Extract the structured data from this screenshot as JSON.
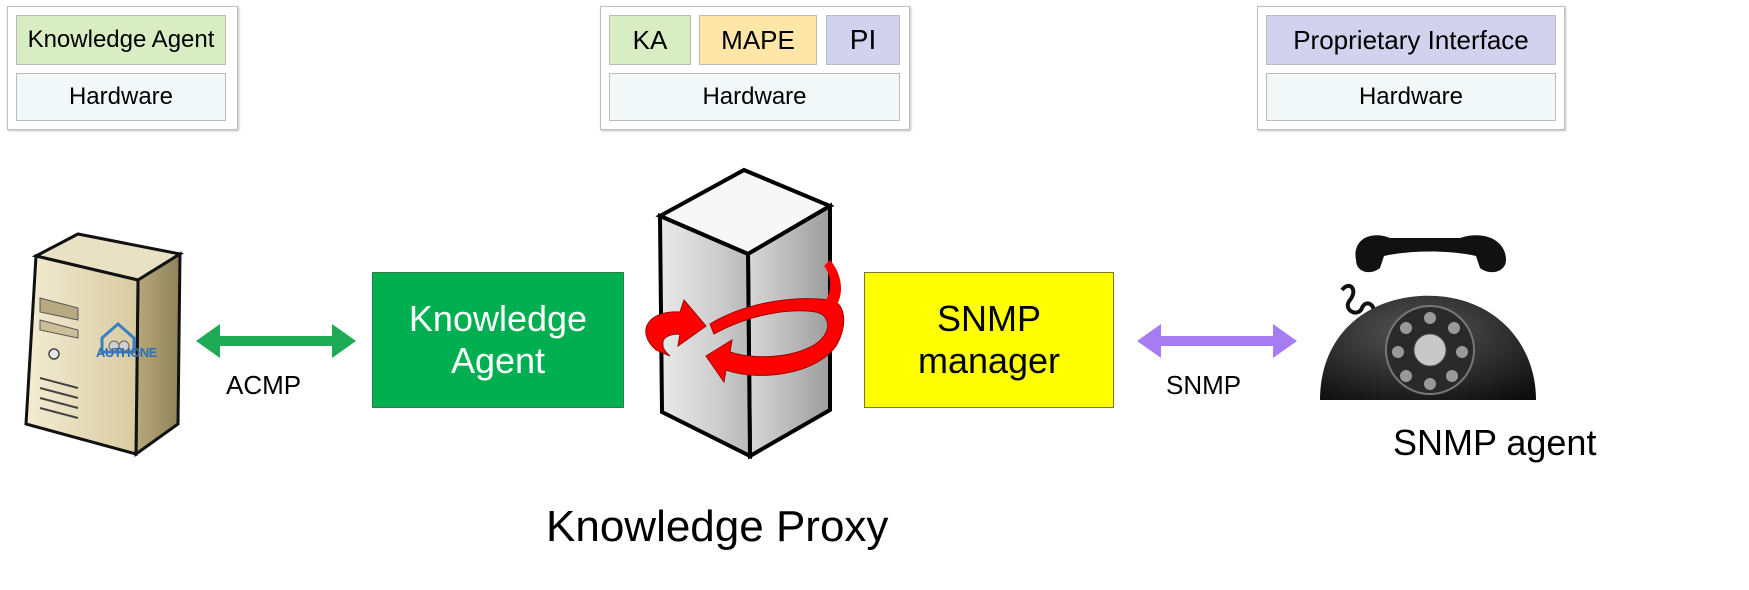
{
  "panels": {
    "left": {
      "top": "Knowledge Agent",
      "bottom": "Hardware"
    },
    "center": {
      "ka": "KA",
      "mape": "MAPE",
      "pi": "PI",
      "bottom": "Hardware"
    },
    "right": {
      "top": "Proprietary Interface",
      "bottom": "Hardware"
    }
  },
  "nodes": {
    "knowledge_agent": [
      "Knowledge",
      "Agent"
    ],
    "snmp_manager": [
      "SNMP",
      "manager"
    ],
    "server_logo": "AUTHONE"
  },
  "links": {
    "acmp": "ACMP",
    "snmp": "SNMP"
  },
  "captions": {
    "proxy": "Knowledge Proxy",
    "agent": "SNMP agent"
  },
  "colors": {
    "agent_box": "#00b050",
    "manager_box": "#ffff00",
    "acmp_arrow": "#1faa55",
    "snmp_arrow": "#a57cf2",
    "rotation_arrow": "#ff0000"
  }
}
